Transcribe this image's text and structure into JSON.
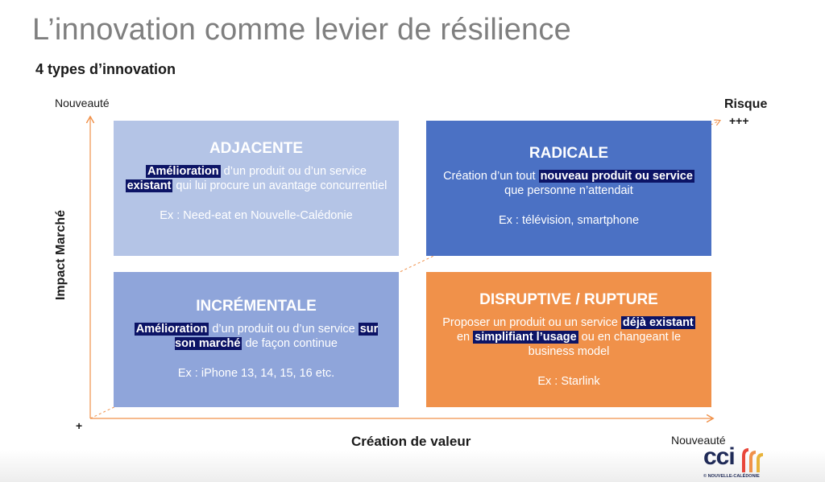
{
  "slide": {
    "title": "L’innovation comme levier de résilience",
    "subtitle": "4 types d’innovation"
  },
  "axes": {
    "y_top_label": "Nouveauté",
    "y_axis_label": "Impact Marché",
    "origin_label": "+",
    "x_axis_label": "Création de valeur",
    "x_end_label": "Nouveauté",
    "diagonal_end_label": "Risque",
    "diagonal_end_sub": "+++",
    "axis_color": "#f0914a"
  },
  "quadrants": {
    "adjacente": {
      "title": "ADJACENTE",
      "desc_hl1": "Amélioration",
      "desc_t1": " d’un produit ou d’un service ",
      "desc_hl2": "existant",
      "desc_t2": " qui lui procure un avantage concurrentiel",
      "example": "Ex : Need-eat en Nouvelle-Calédonie",
      "color": "#b4c4e6"
    },
    "radicale": {
      "title": "RADICALE",
      "desc_t0": "Création d’un tout ",
      "desc_hl1": "nouveau produit ou service",
      "desc_t1": " que personne n’attendait",
      "example": "Ex : télévision, smartphone",
      "color": "#4b71c4"
    },
    "incrementale": {
      "title": "INCRÉMENTALE",
      "desc_hl1": "Amélioration",
      "desc_t1": " d’un produit ou d’un service ",
      "desc_hl2": "sur son marché",
      "desc_t2": " de façon continue",
      "example": "Ex : iPhone 13, 14, 15, 16 etc.",
      "color": "#8fa5da"
    },
    "disruptive": {
      "title": "DISRUPTIVE / RUPTURE",
      "desc_t0": "Proposer un produit ou un service ",
      "desc_hl1": "déjà existant",
      "desc_t1": " en ",
      "desc_hl2": "simplifiant l’usage",
      "desc_t2": " ou en changeant le business model",
      "example": "Ex : Starlink",
      "color": "#f0914a"
    }
  },
  "logo": {
    "name": "cci",
    "sub": "© NOUVELLE-CALÉDONIE",
    "icon": "cci-logo-icon"
  }
}
